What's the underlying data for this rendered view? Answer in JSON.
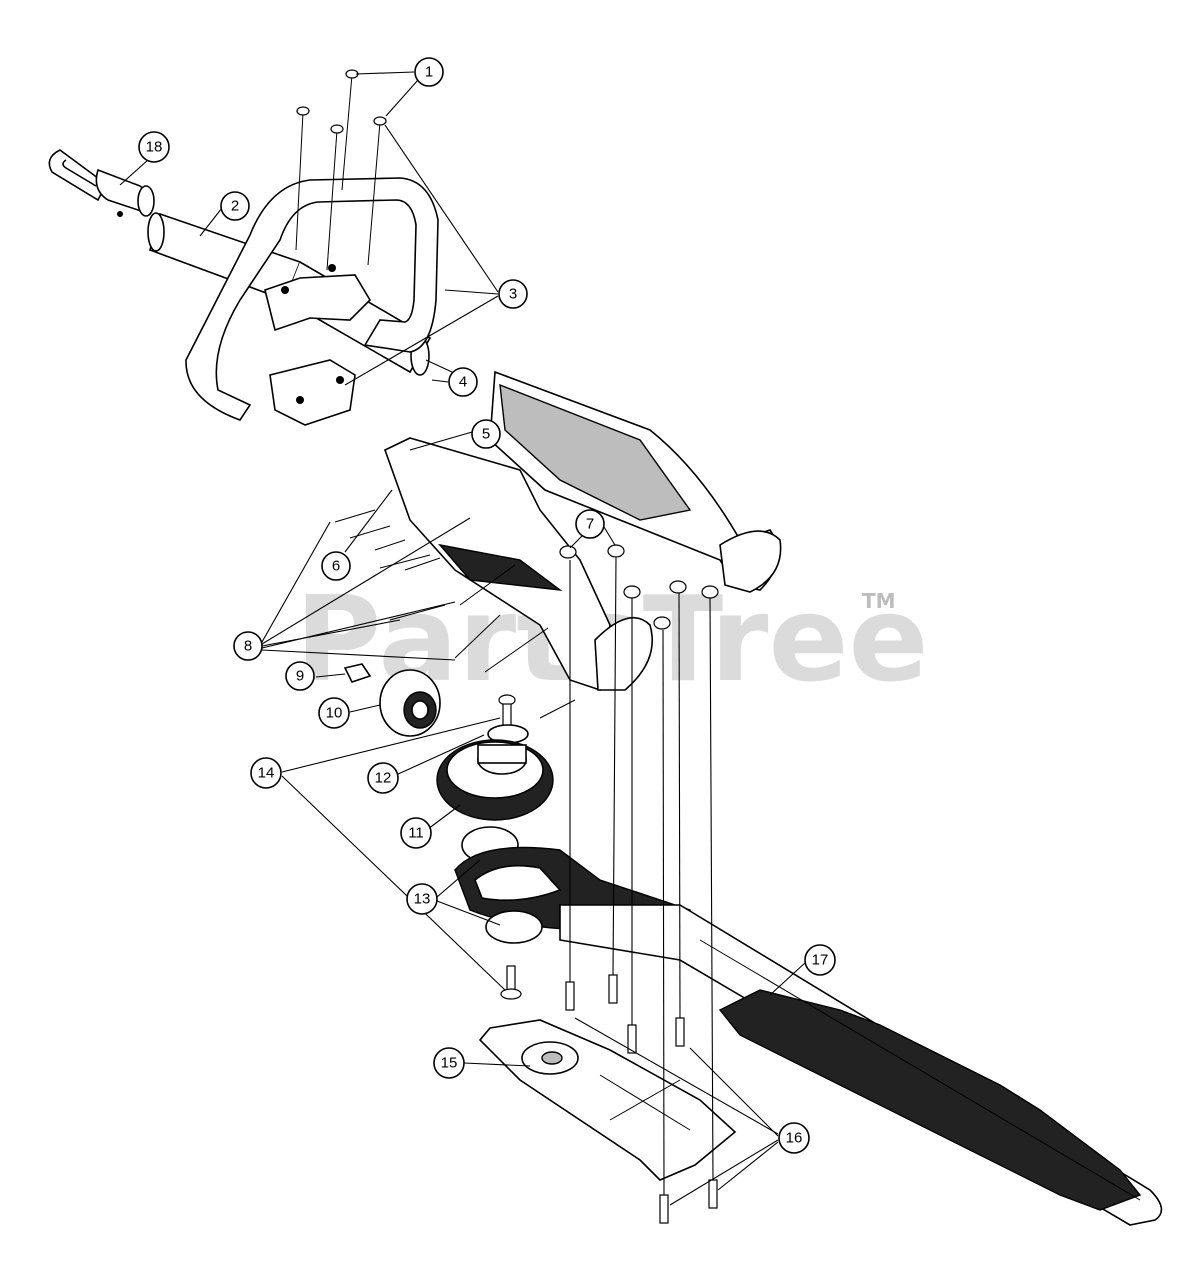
{
  "diagram": {
    "watermark": {
      "text": "PartsTree",
      "trademark": "TM"
    },
    "callouts": [
      "1",
      "2",
      "3",
      "4",
      "5",
      "6",
      "7",
      "8",
      "9",
      "10",
      "11",
      "12",
      "13",
      "14",
      "15",
      "16",
      "17",
      "18"
    ]
  }
}
